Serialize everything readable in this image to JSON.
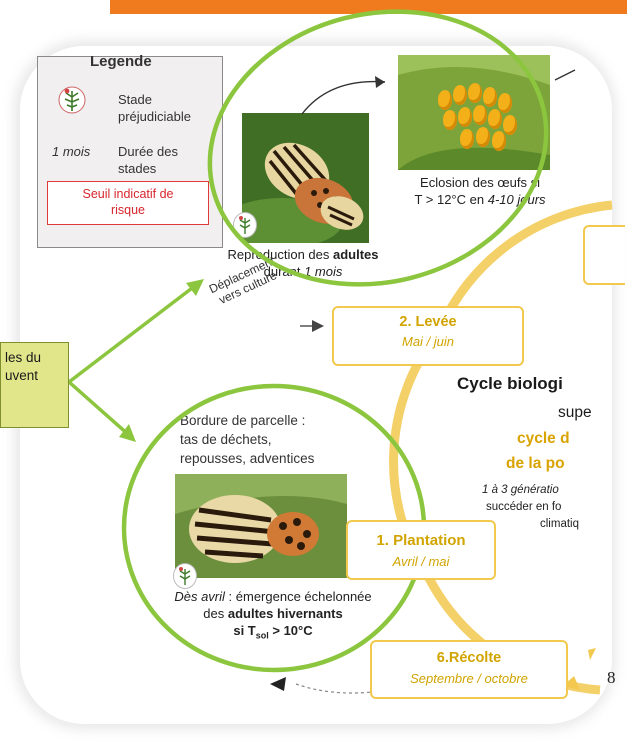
{
  "legend": {
    "title": "Legende",
    "items": [
      {
        "label_line1": "Stade",
        "label_line2": "préjudiciable"
      },
      {
        "prefix": "1 mois",
        "label_line1": "Durée des",
        "label_line2": "stades"
      }
    ],
    "threshold_line1": "Seuil indicatif de",
    "threshold_line2": "risque"
  },
  "captions": {
    "eggs_line1_a": "Eclosion des œufs ",
    "eggs_line1_b": "si",
    "eggs_line2_a": "T > 12°C en ",
    "eggs_line2_b": "4-10 jours",
    "repro_line1_a": "Reproduction des ",
    "repro_line1_b": "adultes",
    "repro_line2_a": "durant ",
    "repro_line2_b": "1 mois",
    "deplacement_line1": "Déplacement",
    "deplacement_line2": "vers culture",
    "bordure_line1": "Bordure de parcelle :",
    "bordure_line2": "tas de déchets,",
    "bordure_line3": "repousses, adventices",
    "emergence_line1_a": "Dès avril",
    "emergence_line1_b": " : émergence échelonnée",
    "emergence_line2_a": "des ",
    "emergence_line2_b": "adultes hivernants",
    "emergence_line3_a": "si T",
    "emergence_line3_sub": "sol",
    "emergence_line3_b": " > 10°C"
  },
  "stages": {
    "levee_title": "2. Levée",
    "levee_period": "Mai  / juin",
    "plantation_title": "1. Plantation",
    "plantation_period": "Avril / mai",
    "recolte_title": "6.Récolte",
    "recolte_period": "Septembre / octobre"
  },
  "cycle": {
    "title": "Cycle biologi",
    "line2": "supe",
    "line3": "cycle d",
    "line4": "de la po",
    "small1": "1 à 3 génératio",
    "small2": "succéder en fo",
    "small3": "climatiq"
  },
  "tooltip": {
    "line1": "les du",
    "line2": "uvent"
  },
  "page_number": "8",
  "colors": {
    "accent_orange": "#f07b1e",
    "circle_green": "#8cc63f",
    "cycle_yellow": "#f2c84f",
    "threshold_red": "#d6262c",
    "tooltip_fill": "#e1e68a"
  }
}
